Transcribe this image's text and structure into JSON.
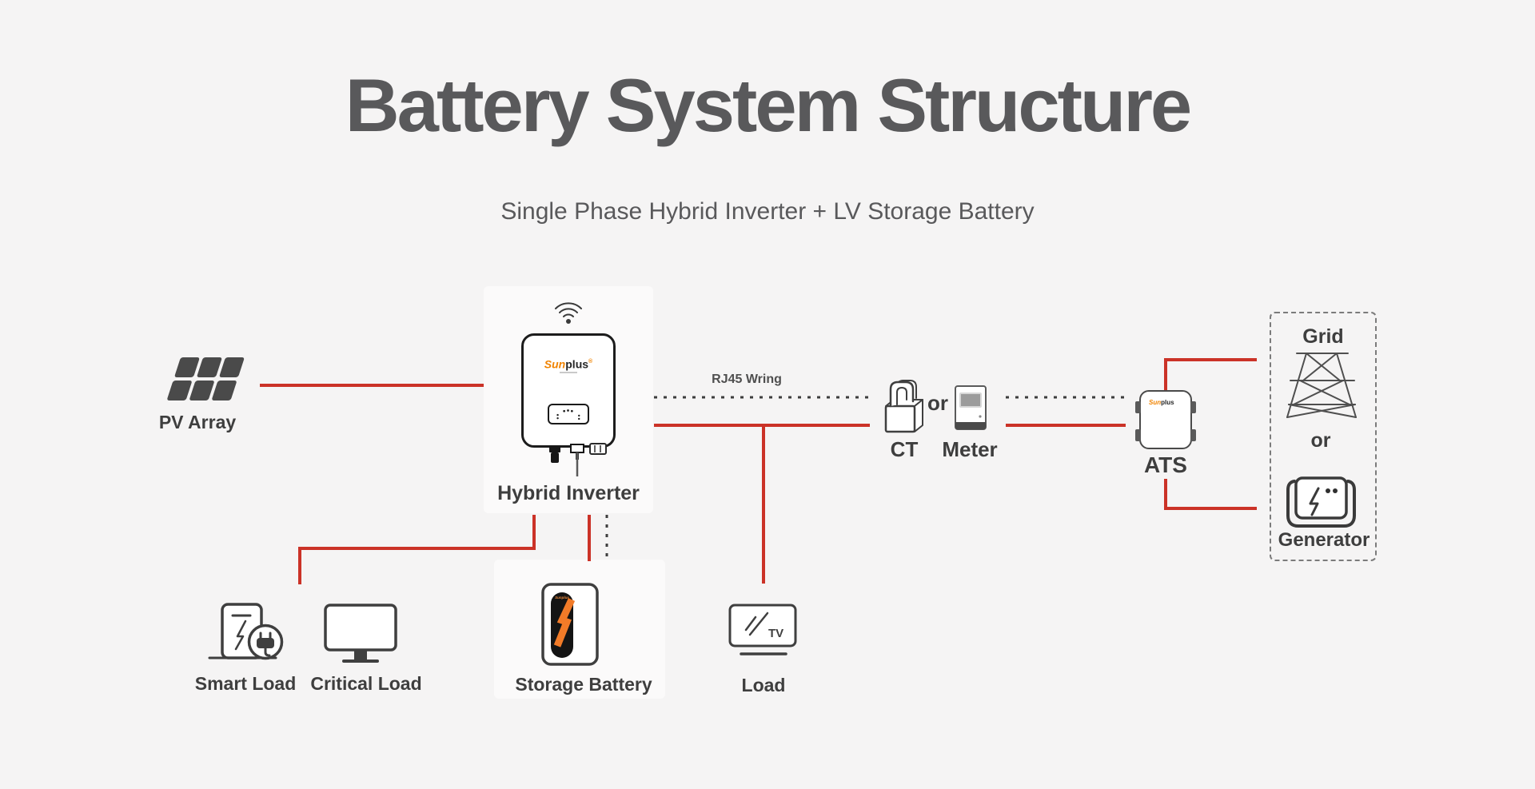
{
  "page": {
    "title": "Battery System Structure",
    "subtitle": "Single Phase Hybrid Inverter + LV Storage Battery"
  },
  "colors": {
    "background": "#f5f4f4",
    "card": "#fbfafa",
    "wire_red": "#cb3227",
    "wire_dark": "#3d3d3d",
    "text_dark": "#3e3e3e",
    "text_title": "#59595b",
    "brand_orange": "#f08300",
    "battery_orange": "#f27b28",
    "icon_stroke": "#3f3f3f"
  },
  "labels": {
    "pv_array": "PV Array",
    "hybrid_inverter": "Hybrid Inverter",
    "rj45": "RJ45 Wring",
    "ct": "CT",
    "ct_meter_or": "or",
    "meter": "Meter",
    "ats": "ATS",
    "grid": "Grid",
    "grid_gen_or": "or",
    "generator": "Generator",
    "smart_load": "Smart Load",
    "critical_load": "Critical Load",
    "storage_battery": "Storage Battery",
    "load": "Load"
  },
  "icon_text": {
    "tv": "TV"
  },
  "brand": {
    "part1": "Sun",
    "part2": "plus",
    "full": "Sunplus",
    "registered": "®"
  }
}
